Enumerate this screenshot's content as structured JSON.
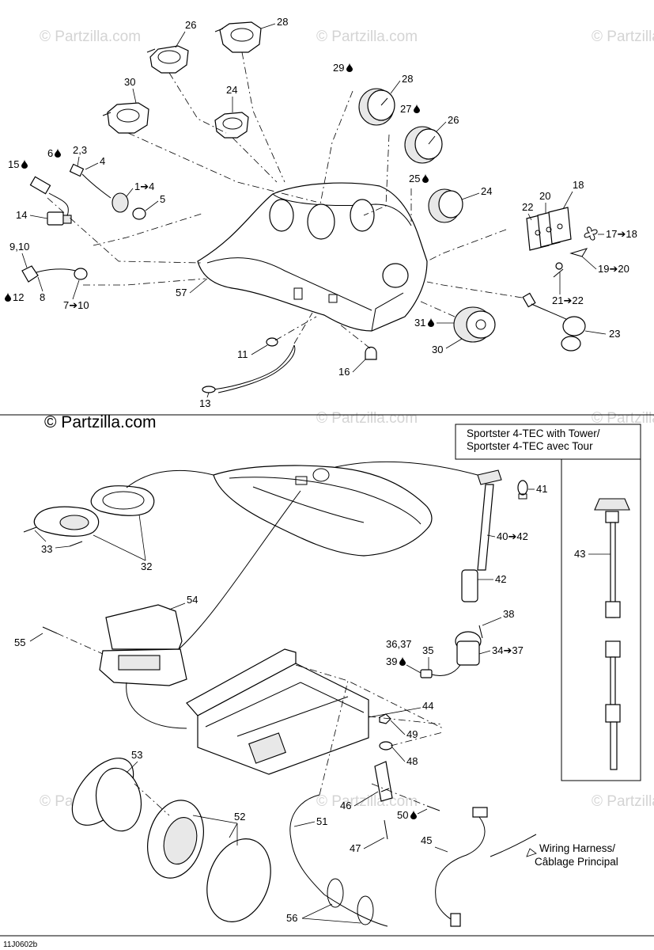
{
  "watermark": "© Partzilla.com",
  "copyright": "© Partzilla.com",
  "figure_code": "11J0602b",
  "tower_box": {
    "title_line1": "Sportster 4-TEC with Tower/",
    "title_line2": "Sportster 4-TEC avec Tour"
  },
  "wiring_harness": {
    "line1": "Wiring Harness/",
    "line2": "Câblage Principal"
  },
  "callouts": {
    "c26a": "26",
    "c28a": "28",
    "c30a": "30",
    "c24a": "24",
    "c29": "29",
    "c28b": "28",
    "c27": "27",
    "c26b": "26",
    "c25": "25",
    "c24b": "24",
    "c15": "15",
    "c6": "6",
    "c2_3": "2,3",
    "c4": "4",
    "c1to4": "1➔4",
    "c5": "5",
    "c14": "14",
    "c9_10": "9,10",
    "c12": "12",
    "c8": "8",
    "c7to10": "7➔10",
    "c57": "57",
    "c11": "11",
    "c16": "16",
    "c13": "13",
    "c22": "22",
    "c20": "20",
    "c18": "18",
    "c17to18": "17➔18",
    "c19to20": "19➔20",
    "c21to22": "21➔22",
    "c23": "23",
    "c31": "31",
    "c30b": "30",
    "c33": "33",
    "c32": "32",
    "c54": "54",
    "c55": "55",
    "c41": "41",
    "c40to42": "40➔42",
    "c42": "42",
    "c38": "38",
    "c36_37": "36,37",
    "c35": "35",
    "c39": "39",
    "c34to37": "34➔37",
    "c43": "43",
    "c44": "44",
    "c49": "49",
    "c48": "48",
    "c46": "46",
    "c50": "50",
    "c47": "47",
    "c53": "53",
    "c52": "52",
    "c51": "51",
    "c45": "45",
    "c56": "56"
  },
  "colors": {
    "line": "#000000",
    "background": "#ffffff",
    "watermark": "#d4d4d4"
  }
}
